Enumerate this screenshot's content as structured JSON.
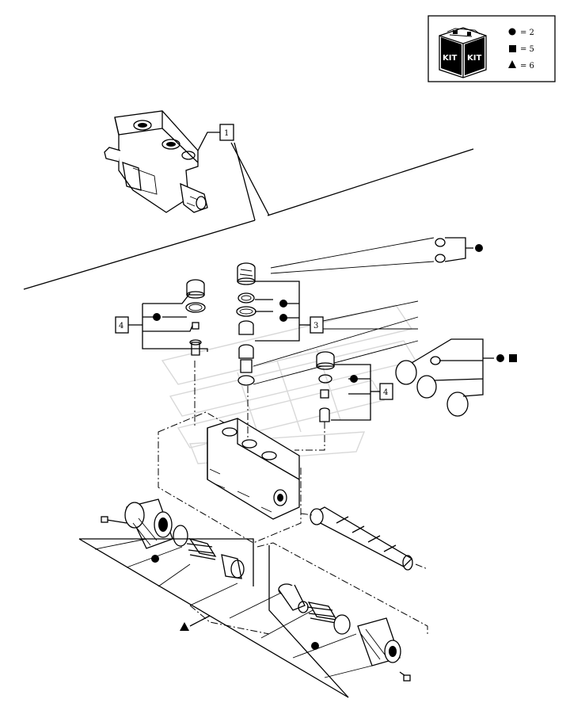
{
  "legend": {
    "kit_labels": [
      "KIT",
      "KIT"
    ],
    "entries": [
      {
        "symbol": "circle",
        "text": "= 2"
      },
      {
        "symbol": "square",
        "text": "= 5"
      },
      {
        "symbol": "triangle",
        "text": "= 6"
      }
    ]
  },
  "callouts": {
    "c1": "1",
    "c3": "3",
    "c4a": "4",
    "c4b": "4"
  },
  "colors": {
    "ink": "#000000",
    "watermark": "#d8d8d8",
    "background": "#ffffff"
  }
}
